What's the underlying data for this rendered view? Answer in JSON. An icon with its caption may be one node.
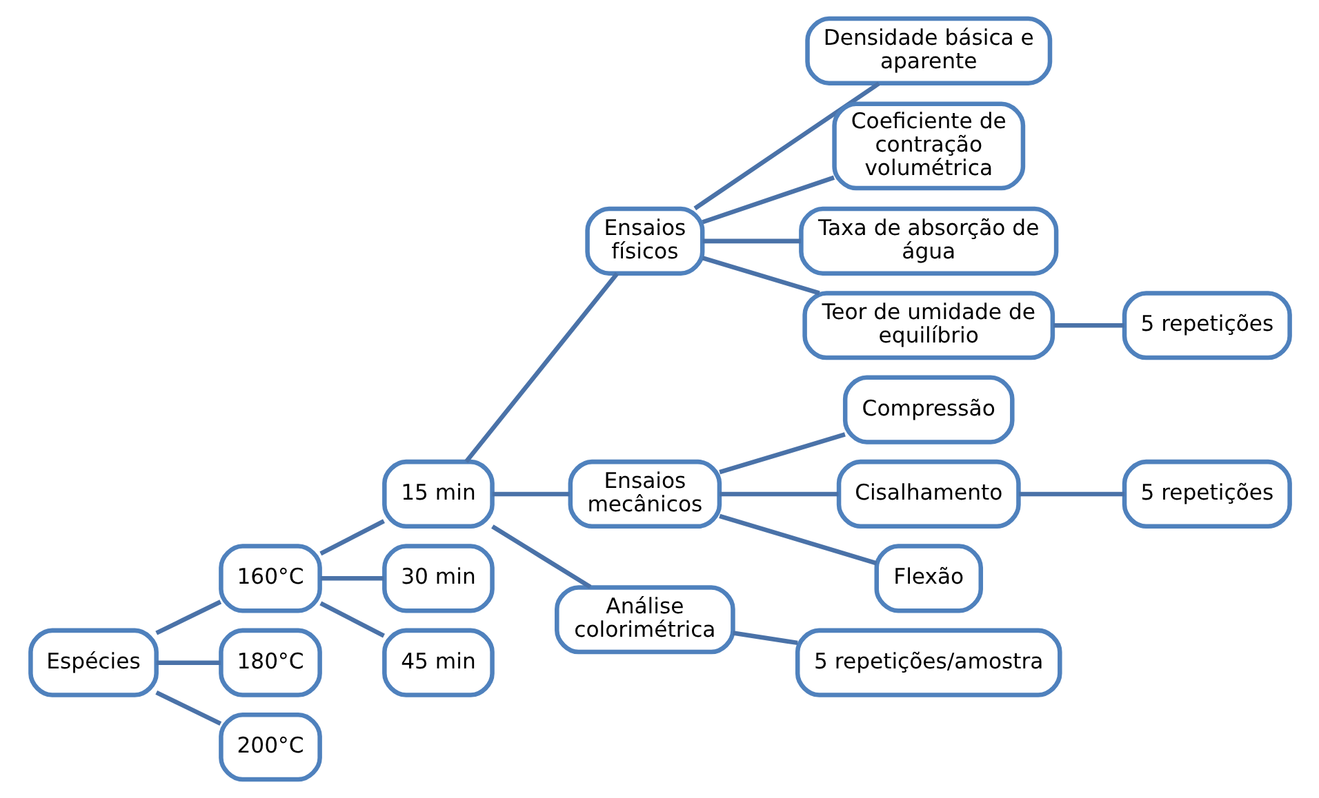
{
  "diagram": {
    "nodes": [
      {
        "text": [
          "Espécies"
        ]
      },
      {
        "text": [
          "160°C"
        ]
      },
      {
        "text": [
          "180°C"
        ]
      },
      {
        "text": [
          "200°C"
        ]
      },
      {
        "text": [
          "15 min"
        ]
      },
      {
        "text": [
          "30 min"
        ]
      },
      {
        "text": [
          "45 min"
        ]
      },
      {
        "text": [
          "Ensaios físicos"
        ]
      },
      {
        "text": [
          "Ensaios mecânicos"
        ]
      },
      {
        "text": [
          "Análise colorimétrica"
        ]
      },
      {
        "text": [
          "Densidade básica e aparente"
        ]
      },
      {
        "text": [
          "Coeficiente de contração volumétrica"
        ]
      },
      {
        "text": [
          "Taxa de absorção de água"
        ]
      },
      {
        "text": [
          "Teor de umidade de equilíbrio"
        ]
      },
      {
        "text": [
          "5 repetições"
        ]
      },
      {
        "text": [
          "Compressão"
        ]
      },
      {
        "text": [
          "Cisalhamento"
        ]
      },
      {
        "text": [
          "Flexão"
        ]
      },
      {
        "text": [
          "5 repetições"
        ]
      },
      {
        "text": [
          "5 repetições/amostra"
        ]
      }
    ],
    "edges": [
      {
        "from": 0,
        "to": 1,
        "arrow": "none"
      },
      {
        "from": 0,
        "to": 2,
        "arrow": "none"
      },
      {
        "from": 0,
        "to": 3,
        "arrow": "none"
      },
      {
        "from": 1,
        "to": 4,
        "arrow": "none"
      },
      {
        "from": 1,
        "to": 5,
        "arrow": "none"
      },
      {
        "from": 1,
        "to": 6,
        "arrow": "none"
      },
      {
        "from": 4,
        "to": 7,
        "arrow": "none"
      },
      {
        "from": 4,
        "to": 8,
        "arrow": "none"
      },
      {
        "from": 4,
        "to": 9,
        "arrow": "none"
      },
      {
        "from": 7,
        "to": 10,
        "arrow": "none"
      },
      {
        "from": 7,
        "to": 11,
        "arrow": "none"
      },
      {
        "from": 7,
        "to": 12,
        "arrow": "none"
      },
      {
        "from": 7,
        "to": 13,
        "arrow": "none"
      },
      {
        "from": 13,
        "to": 14,
        "arrow": "none"
      },
      {
        "from": 8,
        "to": 15,
        "arrow": "none"
      },
      {
        "from": 8,
        "to": 16,
        "arrow": "none"
      },
      {
        "from": 8,
        "to": 17,
        "arrow": "none"
      },
      {
        "from": 16,
        "to": 18,
        "arrow": "none"
      },
      {
        "from": 9,
        "to": 19,
        "arrow": "none"
      }
    ]
  }
}
